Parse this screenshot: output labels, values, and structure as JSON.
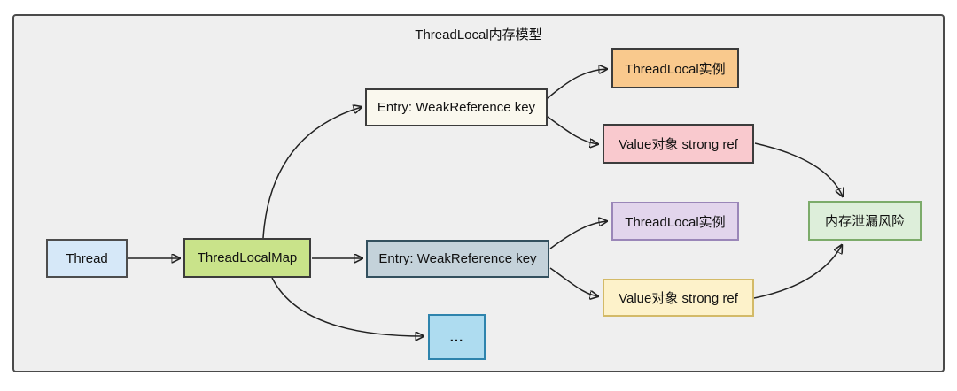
{
  "diagram": {
    "title": "ThreadLocal内存模型",
    "background_color": "#efefef",
    "frame_border_color": "#4a4a4a",
    "arrow_color": "#222222",
    "nodes": [
      {
        "id": "thread",
        "label": "Thread",
        "fill": "#d6e8f8",
        "border": "#4d4d4d"
      },
      {
        "id": "threadlocalmap",
        "label": "ThreadLocalMap",
        "fill": "#c9e38a",
        "border": "#3c3c3c"
      },
      {
        "id": "entry-top",
        "label": "Entry: WeakReference key",
        "fill": "#faf8ee",
        "border": "#3c3c3c"
      },
      {
        "id": "entry-middle",
        "label": "Entry: WeakReference key",
        "fill": "#c4d2da",
        "border": "#33505e"
      },
      {
        "id": "more-entries",
        "label": "...",
        "fill": "#aedcf0",
        "border": "#2e84ad"
      },
      {
        "id": "threadlocal-instance-1",
        "label": "ThreadLocal实例",
        "fill": "#f9c98d",
        "border": "#3c3c3c"
      },
      {
        "id": "value-strong-ref-1",
        "label": "Value对象 strong ref",
        "fill": "#f9c9ce",
        "border": "#3c3c3c"
      },
      {
        "id": "threadlocal-instance-2",
        "label": "ThreadLocal实例",
        "fill": "#e2d5ec",
        "border": "#9a86b8"
      },
      {
        "id": "value-strong-ref-2",
        "label": "Value对象 strong ref",
        "fill": "#fdf2ca",
        "border": "#d3ba68"
      },
      {
        "id": "memory-leak-risk",
        "label": "内存泄漏风险",
        "fill": "#ddeeda",
        "border": "#7cab6a"
      }
    ],
    "edges": [
      {
        "from": "thread",
        "to": "threadlocalmap"
      },
      {
        "from": "threadlocalmap",
        "to": "entry-top"
      },
      {
        "from": "threadlocalmap",
        "to": "entry-middle"
      },
      {
        "from": "threadlocalmap",
        "to": "more-entries"
      },
      {
        "from": "entry-top",
        "to": "threadlocal-instance-1"
      },
      {
        "from": "entry-top",
        "to": "value-strong-ref-1"
      },
      {
        "from": "entry-middle",
        "to": "threadlocal-instance-2"
      },
      {
        "from": "entry-middle",
        "to": "value-strong-ref-2"
      },
      {
        "from": "value-strong-ref-1",
        "to": "memory-leak-risk"
      },
      {
        "from": "value-strong-ref-2",
        "to": "memory-leak-risk"
      }
    ]
  }
}
